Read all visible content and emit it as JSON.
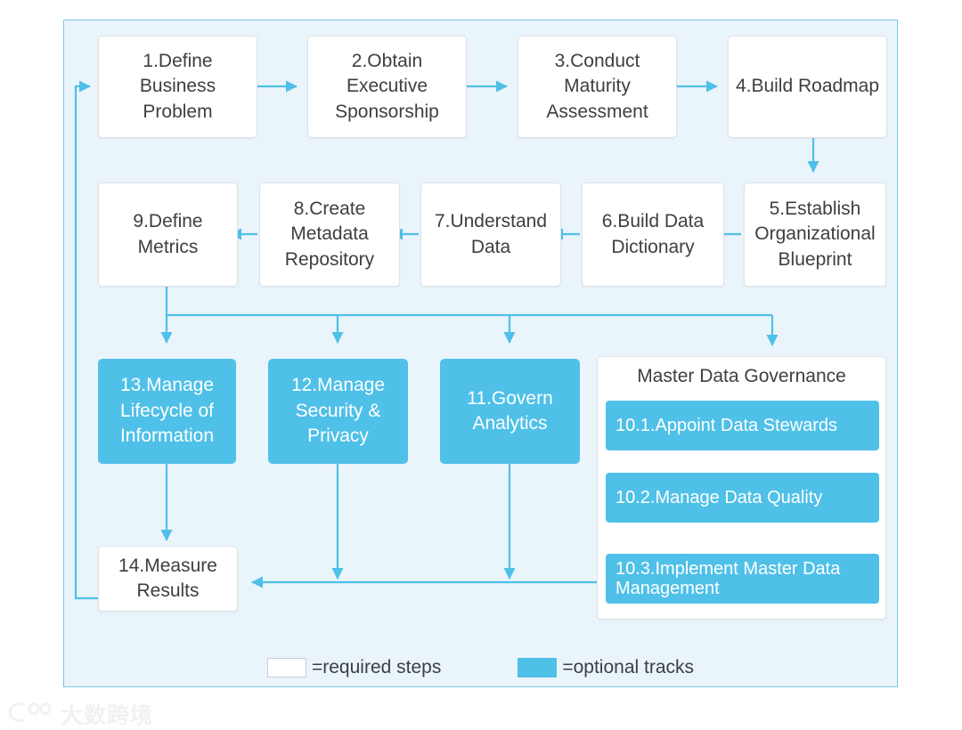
{
  "diagram": {
    "title_hidden": "",
    "colors": {
      "panel_background": "#eaf4fb",
      "panel_border": "#79c7e8",
      "connector": "#4fc0e8",
      "optional_fill": "#4fc0e8",
      "required_fill": "#ffffff",
      "text": "#3c4043"
    }
  },
  "row1": [
    {
      "label": "1.Define Business Problem"
    },
    {
      "label": "2.Obtain Executive Sponsorship"
    },
    {
      "label": "3.Conduct Maturity Assessment"
    },
    {
      "label": "4.Build Roadmap"
    }
  ],
  "row2": [
    {
      "label": "9.Define Metrics"
    },
    {
      "label": "8.Create Metadata Repository"
    },
    {
      "label": "7.Understand Data"
    },
    {
      "label": "6.Build Data Dictionary"
    },
    {
      "label": "5.Establish Organizational Blueprint"
    }
  ],
  "row3": [
    {
      "label": "13.Manage Lifecycle of Information"
    },
    {
      "label": "12.Manage Security & Privacy"
    },
    {
      "label": "11.Govern Analytics"
    }
  ],
  "mdg": {
    "title": "Master Data Governance",
    "items": [
      {
        "label": "10.1.Appoint Data Stewards"
      },
      {
        "label": "10.2.Manage Data Quality"
      },
      {
        "label": "10.3.Implement Master Data Management"
      }
    ]
  },
  "final": {
    "label": "14.Measure Results"
  },
  "legend": {
    "required_label": "=required steps",
    "optional_label": "=optional tracks"
  },
  "watermark": {
    "text": "大数跨境"
  }
}
